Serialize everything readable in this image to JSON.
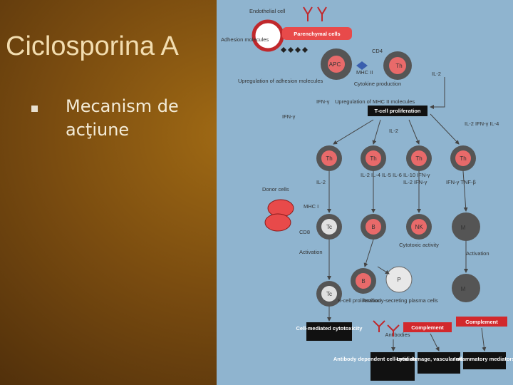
{
  "slide": {
    "title": "Ciclosporina A",
    "bullet": "Mecanism de acţiune",
    "background_color": "#7a4c10",
    "title_color": "#f2ddb0"
  },
  "figure": {
    "background_color": "#8fb4cf",
    "labels": {
      "endothelial": "Endothelial cell",
      "adhesion": "Adhesion molecules",
      "parenchymal": "Parenchymal cells",
      "apc": "APC",
      "cd4": "CD4",
      "mhc2": "MHC II",
      "th": "Th",
      "il2": "IL-2",
      "cytokine_production": "Cytokine production",
      "upreg_adhesion": "Upregulation of adhesion molecules",
      "ifn_gamma": "IFN-γ",
      "upreg_mhc": "Upregulation of MHC II molecules",
      "tcell_prolif": "T-cell proliferation",
      "il2_ifn_il4": "IL-2 IFN-γ IL-4",
      "donor_cells": "Donor cells",
      "mhc1": "MHC I",
      "cd8": "CD8",
      "tc": "Tc",
      "b": "B",
      "nk": "NK",
      "m": "M",
      "cytokine_list": "IL-2 IL-4 IL-5 IL-6 IL-10 IFN-γ",
      "il2_ifn": "IL-2 IFN-γ",
      "ifn_tnf": "IFN-γ TNF-β",
      "cytotoxic_activity": "Cytotoxic activity",
      "activation": "Activation",
      "bcell_prolif": "B-cell proliferation",
      "p": "P",
      "antibody_plasma": "Antibody-secreting plasma cells",
      "complement": "Complement",
      "antibodies": "Antibodies",
      "cell_mediated": "Cell-mediated cytotoxicity",
      "adcc": "Antibody dependent cell-mediated cytotoxicity",
      "lytic": "Lytic damage, vascular occlusion",
      "inflammatory": "Inflammatory mediators"
    }
  }
}
